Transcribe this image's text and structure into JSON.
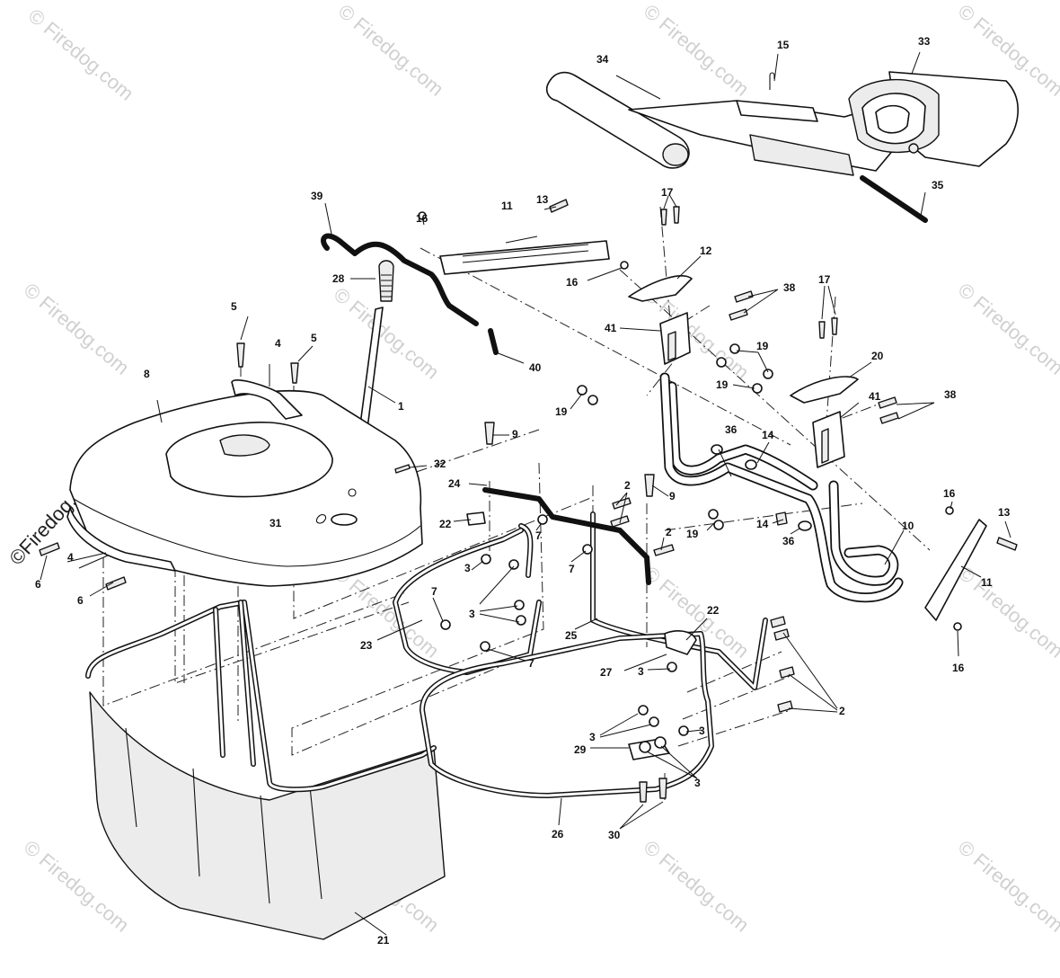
{
  "watermark": {
    "text": "© Firedog.com",
    "corner_text": "©Firedog.com"
  },
  "callouts": [
    {
      "id": "c1",
      "label": "1"
    },
    {
      "id": "c2a",
      "label": "2"
    },
    {
      "id": "c2b",
      "label": "2"
    },
    {
      "id": "c2c",
      "label": "2"
    },
    {
      "id": "c3a",
      "label": "3"
    },
    {
      "id": "c3b",
      "label": "3"
    },
    {
      "id": "c3c",
      "label": "3"
    },
    {
      "id": "c3d",
      "label": "3"
    },
    {
      "id": "c3e",
      "label": "3"
    },
    {
      "id": "c3f",
      "label": "3"
    },
    {
      "id": "c4a",
      "label": "4"
    },
    {
      "id": "c4b",
      "label": "4"
    },
    {
      "id": "c5a",
      "label": "5"
    },
    {
      "id": "c5b",
      "label": "5"
    },
    {
      "id": "c6a",
      "label": "6"
    },
    {
      "id": "c6b",
      "label": "6"
    },
    {
      "id": "c7a",
      "label": "7"
    },
    {
      "id": "c7b",
      "label": "7"
    },
    {
      "id": "c7c",
      "label": "7"
    },
    {
      "id": "c7d",
      "label": "7"
    },
    {
      "id": "c8",
      "label": "8"
    },
    {
      "id": "c9a",
      "label": "9"
    },
    {
      "id": "c9b",
      "label": "9"
    },
    {
      "id": "c10",
      "label": "10"
    },
    {
      "id": "c11a",
      "label": "11"
    },
    {
      "id": "c11b",
      "label": "11"
    },
    {
      "id": "c12",
      "label": "12"
    },
    {
      "id": "c13a",
      "label": "13"
    },
    {
      "id": "c13b",
      "label": "13"
    },
    {
      "id": "c14a",
      "label": "14"
    },
    {
      "id": "c14b",
      "label": "14"
    },
    {
      "id": "c15",
      "label": "15"
    },
    {
      "id": "c16a",
      "label": "16"
    },
    {
      "id": "c16b",
      "label": "16"
    },
    {
      "id": "c16c",
      "label": "16"
    },
    {
      "id": "c16d",
      "label": "16"
    },
    {
      "id": "c17a",
      "label": "17"
    },
    {
      "id": "c17b",
      "label": "17"
    },
    {
      "id": "c19a",
      "label": "19"
    },
    {
      "id": "c19b",
      "label": "19"
    },
    {
      "id": "c19c",
      "label": "19"
    },
    {
      "id": "c19d",
      "label": "19"
    },
    {
      "id": "c20",
      "label": "20"
    },
    {
      "id": "c21",
      "label": "21"
    },
    {
      "id": "c22a",
      "label": "22"
    },
    {
      "id": "c22b",
      "label": "22"
    },
    {
      "id": "c23",
      "label": "23"
    },
    {
      "id": "c24",
      "label": "24"
    },
    {
      "id": "c25",
      "label": "25"
    },
    {
      "id": "c26",
      "label": "26"
    },
    {
      "id": "c27",
      "label": "27"
    },
    {
      "id": "c28",
      "label": "28"
    },
    {
      "id": "c29",
      "label": "29"
    },
    {
      "id": "c30",
      "label": "30"
    },
    {
      "id": "c31",
      "label": "31"
    },
    {
      "id": "c32",
      "label": "32"
    },
    {
      "id": "c33",
      "label": "33"
    },
    {
      "id": "c34",
      "label": "34"
    },
    {
      "id": "c35",
      "label": "35"
    },
    {
      "id": "c36a",
      "label": "36"
    },
    {
      "id": "c36b",
      "label": "36"
    },
    {
      "id": "c38a",
      "label": "38"
    },
    {
      "id": "c38b",
      "label": "38"
    },
    {
      "id": "c39",
      "label": "39"
    },
    {
      "id": "c40",
      "label": "40"
    },
    {
      "id": "c41a",
      "label": "41"
    },
    {
      "id": "c41b",
      "label": "41"
    }
  ]
}
